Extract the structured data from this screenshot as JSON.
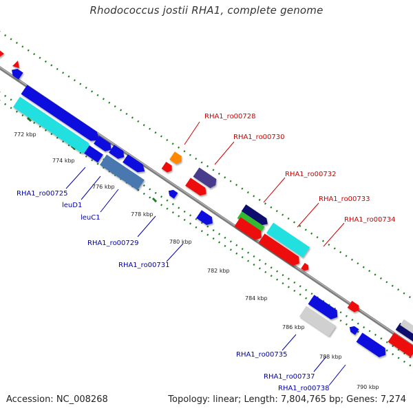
{
  "title": "Rhodococcus jostii RHA1, complete genome",
  "footer": {
    "accession": "Accession: NC_008268",
    "topology": "Topology: linear; Length: 7,804,765 bp; Genes: 7,274"
  },
  "colors": {
    "backbone": "#8a8a8a",
    "scale_dots": "#1f7f1f",
    "label_red": "#cc0000",
    "label_blue": "#0000aa",
    "gene_blue": "#1010dd",
    "gene_cyan": "#22e0e0",
    "gene_red": "#ee1111",
    "gene_steel": "#4a78b0",
    "gene_purple": "#4a3a8c",
    "gene_navy": "#0a0a6e",
    "gene_green": "#33bb33",
    "gene_orange": "#ff8800",
    "gene_gray": "#d0d0d0"
  },
  "scale_labels": [
    "772 kbp",
    "774 kbp",
    "776 kbp",
    "778 kbp",
    "780 kbp",
    "782 kbp",
    "784 kbp",
    "786 kbp",
    "788 kbp",
    "790 kbp"
  ],
  "gene_labels_red": [
    "RHA1_ro00728",
    "RHA1_ro00730",
    "RHA1_ro00732",
    "RHA1_ro00733",
    "RHA1_ro00734"
  ],
  "gene_labels_blue": [
    "RHA1_ro00725",
    "leuD1",
    "leuC1",
    "RHA1_ro00729",
    "RHA1_ro00731",
    "RHA1_ro00735",
    "RHA1_ro00737",
    "RHA1_ro00738"
  ]
}
